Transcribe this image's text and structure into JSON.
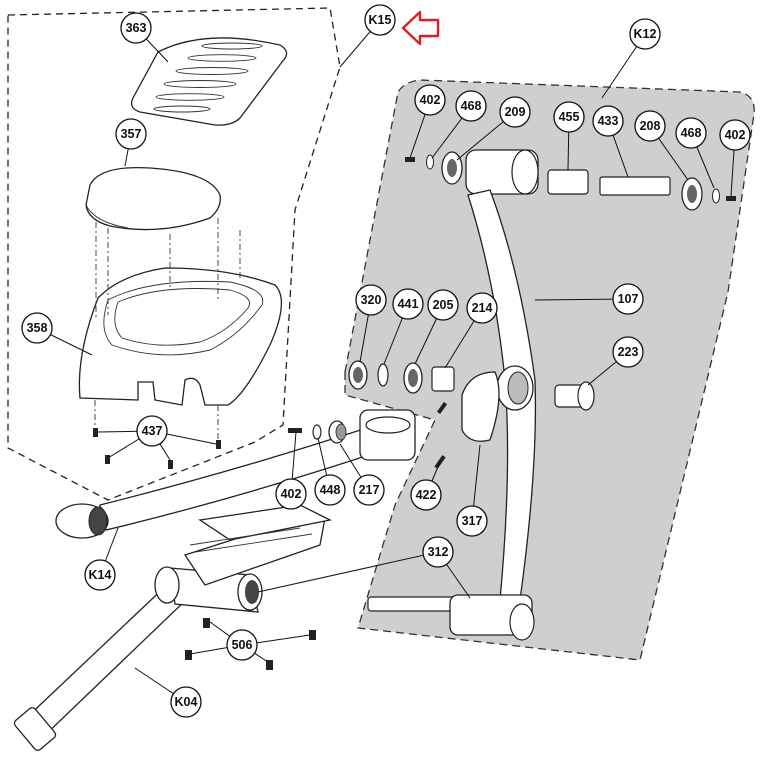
{
  "diagram": {
    "kit_labels": [
      "K15",
      "K12",
      "K14",
      "K04"
    ],
    "part_numbers": [
      "363",
      "357",
      "358",
      "437",
      "402",
      "468",
      "209",
      "455",
      "433",
      "208",
      "320",
      "441",
      "205",
      "214",
      "107",
      "223",
      "448",
      "217",
      "422",
      "317",
      "312",
      "506"
    ],
    "colors": {
      "kit_shade": "#cfcfcf",
      "line": "#222222",
      "arrow": "#e02020"
    },
    "icons": [
      "red-outline-arrow-icon"
    ]
  },
  "callouts": {
    "c363": "363",
    "c357": "357",
    "c358": "358",
    "c437": "437",
    "k15": "K15",
    "k12": "K12",
    "c402a": "402",
    "c468a": "468",
    "c209": "209",
    "c455": "455",
    "c433": "433",
    "c208": "208",
    "c468b": "468",
    "c402b": "402",
    "c320": "320",
    "c441": "441",
    "c205": "205",
    "c214": "214",
    "c107": "107",
    "c223": "223",
    "c402c": "402",
    "c448": "448",
    "c217": "217",
    "c422": "422",
    "c317": "317",
    "c312": "312",
    "k14": "K14",
    "c506": "506",
    "k04": "K04"
  }
}
